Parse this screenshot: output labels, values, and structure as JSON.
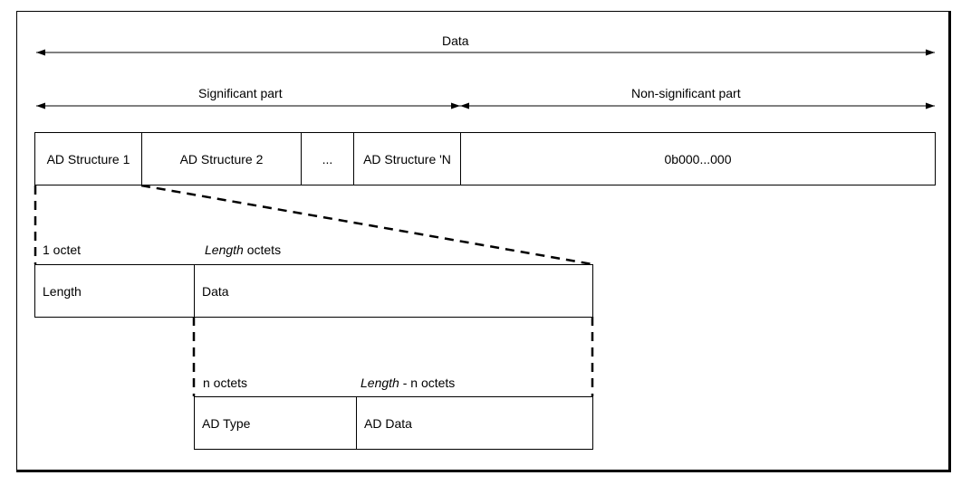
{
  "top": {
    "data_label": "Data",
    "significant_label": "Significant part",
    "nonsignificant_label": "Non-significant part"
  },
  "structures": [
    {
      "label": "AD Structure 1"
    },
    {
      "label": "AD Structure 2"
    },
    {
      "label": "..."
    },
    {
      "label": "AD Structure 'N"
    }
  ],
  "padding_label": "0b000...000",
  "level2": {
    "length_header": "1 octet",
    "data_header_italic": "Length",
    "data_header_rest": " octets",
    "length_box": "Length",
    "data_box": "Data"
  },
  "level3": {
    "type_header": "n octets",
    "data_header_italic": "Length",
    "data_header_rest": " - n octets",
    "type_box": "AD Type",
    "data_box": "AD Data"
  }
}
